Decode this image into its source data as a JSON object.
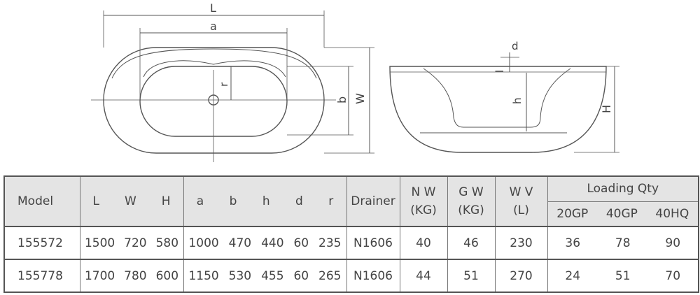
{
  "drawing": {
    "top_view_labels": {
      "L": "L",
      "a": "a",
      "r": "r",
      "b": "b",
      "W": "W"
    },
    "side_view_labels": {
      "d": "d",
      "l": "l",
      "h": "h",
      "H": "H"
    }
  },
  "table": {
    "header": {
      "model": "Model",
      "dims": [
        "L",
        "W",
        "H"
      ],
      "inner": [
        "a",
        "b",
        "h",
        "d",
        "r"
      ],
      "drainer": "Drainer",
      "nw": [
        "N W",
        "(KG)"
      ],
      "gw": [
        "G W",
        "(KG)"
      ],
      "wv": [
        "W V",
        "(L)"
      ],
      "loading_title": "Loading Qty",
      "loading_cols": [
        "20GP",
        "40GP",
        "40HQ"
      ]
    },
    "rows": [
      {
        "model": "155572",
        "dims": [
          "1500",
          "720",
          "580"
        ],
        "inner": [
          "1000",
          "470",
          "440",
          "60",
          "235"
        ],
        "drainer": "N1606",
        "nw": "40",
        "gw": "46",
        "wv": "230",
        "loading": [
          "36",
          "78",
          "90"
        ]
      },
      {
        "model": "155778",
        "dims": [
          "1700",
          "780",
          "600"
        ],
        "inner": [
          "1150",
          "530",
          "455",
          "60",
          "265"
        ],
        "drainer": "N1606",
        "nw": "44",
        "gw": "51",
        "wv": "270",
        "loading": [
          "24",
          "51",
          "70"
        ]
      }
    ]
  }
}
